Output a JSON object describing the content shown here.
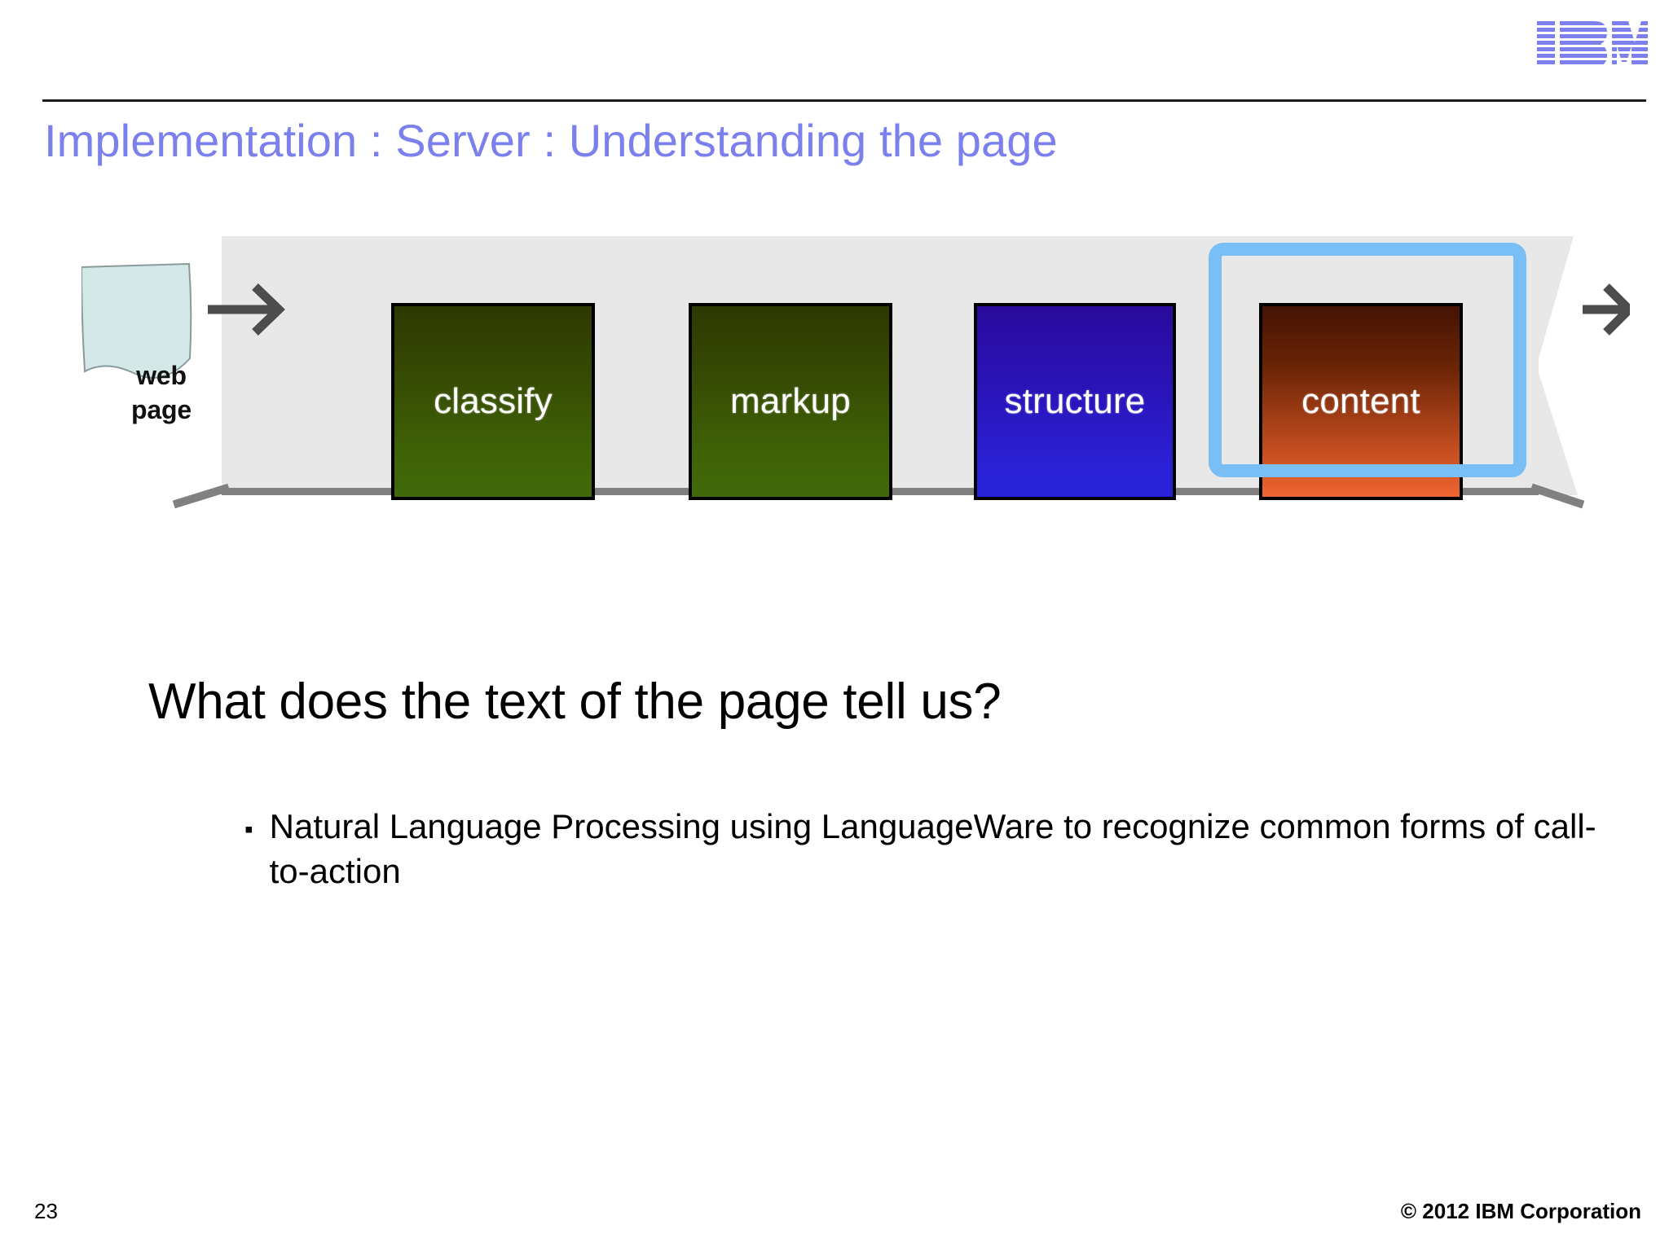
{
  "header": {
    "logo_alt": "IBM",
    "title": "Implementation : Server : Understanding the page"
  },
  "diagram": {
    "input_label_line1": "web",
    "input_label_line2": "page",
    "stages": [
      {
        "label": "classify",
        "color_top": "#2d3902",
        "color_bottom": "#41690a",
        "highlighted": false
      },
      {
        "label": "markup",
        "color_top": "#2d3902",
        "color_bottom": "#41690a",
        "highlighted": false
      },
      {
        "label": "structure",
        "color_top": "#290a9c",
        "color_bottom": "#2a22d8",
        "highlighted": false
      },
      {
        "label": "content",
        "color_top": "#451304",
        "color_bottom": "#ef6431",
        "highlighted": true
      }
    ],
    "highlight_color": "#79BFF5",
    "band_fill": "#e8e8e8",
    "band_edge": "#808080",
    "arrow_color": "#4d4d4d",
    "input_shape_fill": "#d4e8e8"
  },
  "body": {
    "lead_question": "What does the text of the page tell us?",
    "bullet_marker": "▪",
    "bullets": [
      "Natural Language Processing using LanguageWare to recognize common forms of call-to-action"
    ]
  },
  "footer": {
    "page_number": "23",
    "copyright": "© 2012 IBM Corporation"
  },
  "colors": {
    "title": "#7B80EC",
    "logo": "#7B80EC",
    "rule": "#1a1a1a"
  }
}
